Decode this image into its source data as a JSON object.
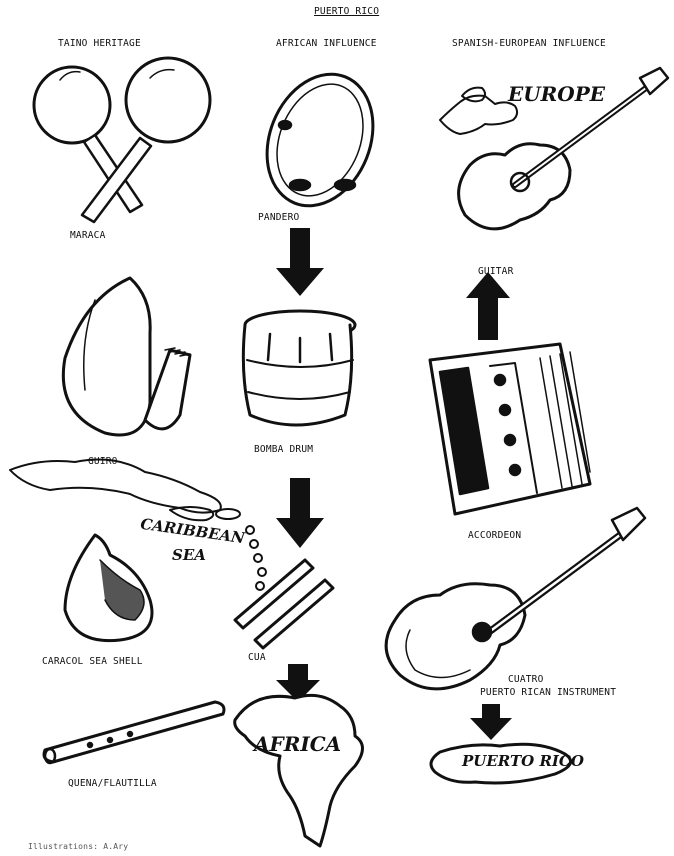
{
  "title": "PUERTO RICO",
  "columns": {
    "taino": "TAINO HERITAGE",
    "african": "AFRICAN INFLUENCE",
    "spanish": "SPANISH-EUROPEAN INFLUENCE"
  },
  "instruments": {
    "maraca": "MARACA",
    "pandero": "PANDERO",
    "guitar": "GUITAR",
    "guiro": "GUIRO",
    "bomba": "BOMBA DRUM",
    "accordion": "ACCORDEON",
    "caracol": "CARACOL SEA SHELL",
    "cua": "CUA",
    "cuatro": "CUATRO",
    "cuatro_sub": "PUERTO RICAN INSTRUMENT",
    "quena": "QUENA/FLAUTILLA"
  },
  "map_labels": {
    "europe": "EUROPE",
    "caribbean_1": "CARIBBEAN",
    "caribbean_2": "SEA",
    "africa": "AFRICA",
    "puerto_rico": "PUERTO RICO"
  },
  "credit": "Illustrations: A.Ary"
}
